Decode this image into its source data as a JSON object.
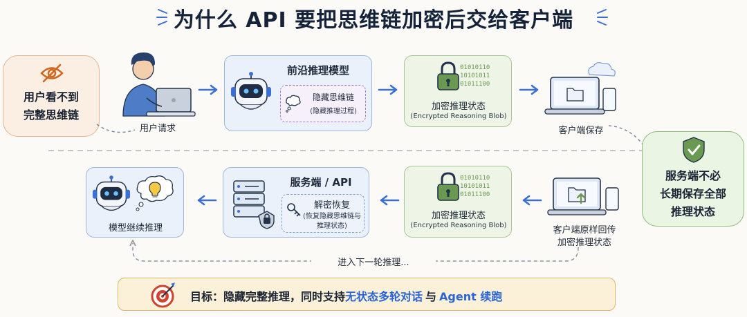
{
  "title": "为什么 API 要把思维链加密后交给客户端",
  "left_bubble": {
    "line1": "用户看不到",
    "line2": "完整思维链"
  },
  "right_bubble": {
    "line1": "服务端不必",
    "line2": "长期保存全部",
    "line3": "推理状态"
  },
  "top_row": {
    "user_request": "用户请求",
    "model_card": {
      "title": "前沿推理模型",
      "inner_line1": "隐藏思维链",
      "inner_line2": "(隐藏推理过程)"
    },
    "encrypted_card": {
      "title": "加密推理状态",
      "subtitle": "(Encrypted Reasoning Blob)",
      "binary": [
        "01010110",
        "10101011",
        "01011100"
      ]
    },
    "client_save": "客户端保存"
  },
  "bottom_row": {
    "model_continue": "模型继续推理",
    "server_card": {
      "title": "服务端 / API",
      "inner_line1": "解密恢复",
      "inner_line2": "(恢复隐藏思维链与",
      "inner_line3": "推理状态)"
    },
    "encrypted_card": {
      "title": "加密推理状态",
      "subtitle": "(Encrypted Reasoning Blob)",
      "binary": [
        "01010110",
        "10101011",
        "01011100"
      ]
    },
    "client_return_line1": "客户端原样回传",
    "client_return_line2": "加密推理状态"
  },
  "loop_label": "进入下一轮推理...",
  "goal": {
    "prefix": "目标：隐藏完整推理，同时支持",
    "highlight1": "无状态多轮对话",
    "mid": "与",
    "highlight2": "Agent 续跑"
  },
  "colors": {
    "arrow": "#3a6fd8",
    "highlight": "#2a64d6",
    "green": "#6a9a52",
    "blue_border": "#9db7dc"
  }
}
